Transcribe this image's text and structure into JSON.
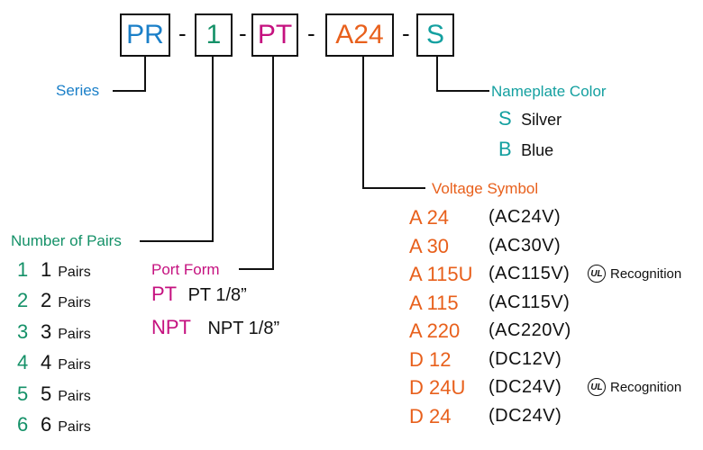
{
  "colors": {
    "blue": "#1a7fc8",
    "green": "#159168",
    "magenta": "#c5117f",
    "orange": "#e8601c",
    "teal": "#14a0a0",
    "black": "#111111"
  },
  "model": {
    "parts": [
      {
        "key": "series",
        "text": "PR",
        "color": "#1a7fc8"
      },
      {
        "key": "pairs",
        "text": "1",
        "color": "#159168"
      },
      {
        "key": "port",
        "text": "PT",
        "color": "#c5117f"
      },
      {
        "key": "voltage",
        "text": "A24",
        "color": "#e8601c"
      },
      {
        "key": "nameplate",
        "text": "S",
        "color": "#14a0a0"
      }
    ],
    "separator": "-"
  },
  "series": {
    "label": "Series"
  },
  "nameplate": {
    "label": "Nameplate Color",
    "options": [
      {
        "code": "S",
        "name": "Silver"
      },
      {
        "code": "B",
        "name": "Blue"
      }
    ]
  },
  "voltage": {
    "label": "Voltage Symbol",
    "options": [
      {
        "code": "A 24",
        "desc": "(AC24V)",
        "recognition": ""
      },
      {
        "code": "A 30",
        "desc": "(AC30V)",
        "recognition": ""
      },
      {
        "code": "A 115U",
        "desc": "(AC115V)",
        "recognition": "Recognition"
      },
      {
        "code": "A 115",
        "desc": "(AC115V)",
        "recognition": ""
      },
      {
        "code": "A 220",
        "desc": "(AC220V)",
        "recognition": ""
      },
      {
        "code": "D 12",
        "desc": "(DC12V)",
        "recognition": ""
      },
      {
        "code": "D 24U",
        "desc": "(DC24V)",
        "recognition": "Recognition"
      },
      {
        "code": "D 24",
        "desc": "(DC24V)",
        "recognition": ""
      }
    ],
    "ul_mark": "UL"
  },
  "pairs": {
    "label": "Number of Pairs",
    "options": [
      {
        "code": "1",
        "num": "1",
        "unit": "Pairs"
      },
      {
        "code": "2",
        "num": "2",
        "unit": "Pairs"
      },
      {
        "code": "3",
        "num": "3",
        "unit": "Pairs"
      },
      {
        "code": "4",
        "num": "4",
        "unit": "Pairs"
      },
      {
        "code": "5",
        "num": "5",
        "unit": "Pairs"
      },
      {
        "code": "6",
        "num": "6",
        "unit": "Pairs"
      }
    ]
  },
  "port": {
    "label": "Port Form",
    "options": [
      {
        "code": "PT",
        "desc": "PT 1/8”"
      },
      {
        "code": "NPT",
        "desc": "NPT 1/8”"
      }
    ]
  }
}
